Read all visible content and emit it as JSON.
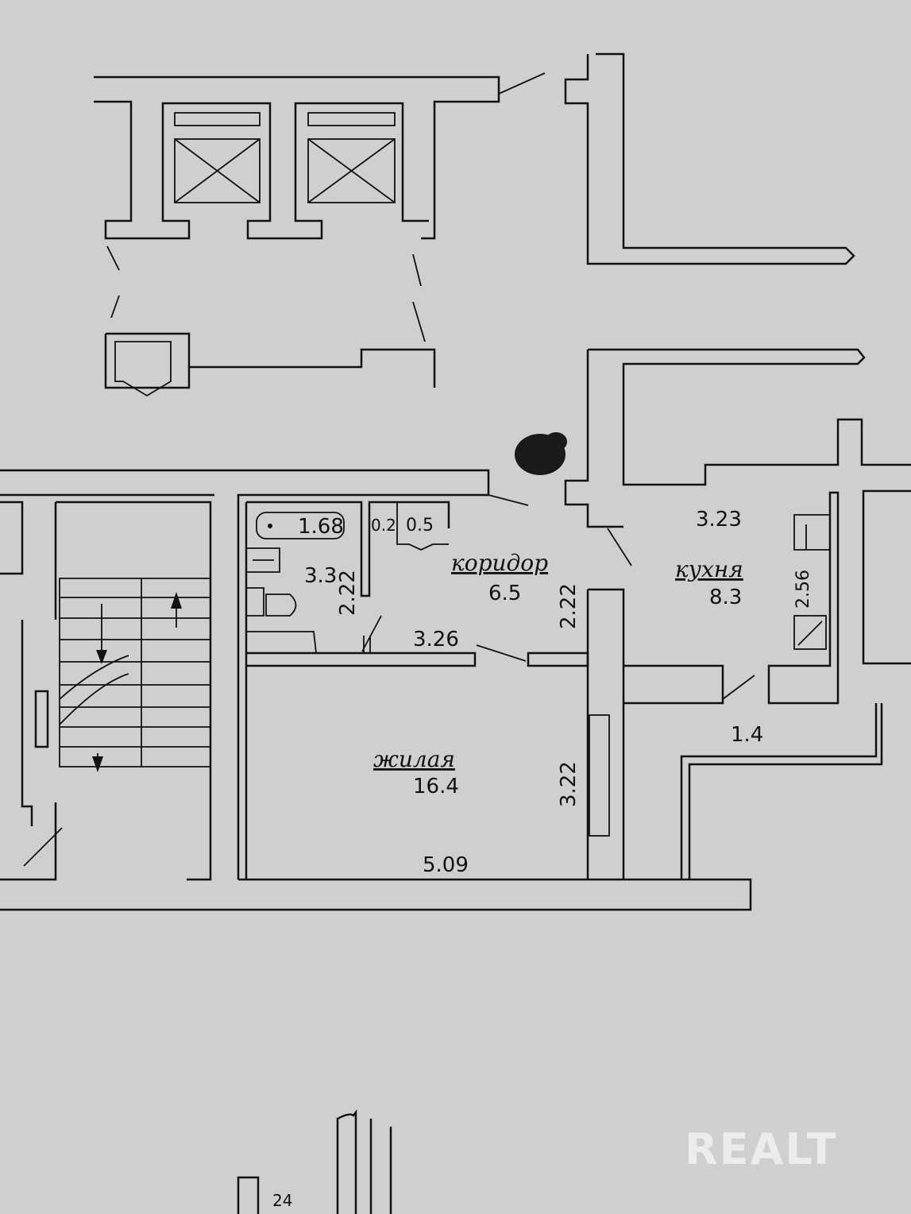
{
  "plan": {
    "bath_area": "1.68",
    "closet_a": "0.2",
    "closet_b": "0.5",
    "bathroom_area": "3.3",
    "bathroom_width": "2.22",
    "corridor_name": "коридор",
    "corridor_area": "6.5",
    "corridor_width": "2.22",
    "corridor_length": "3.26",
    "kitchen_length": "3.23",
    "kitchen_name": "кухня",
    "kitchen_area": "8.3",
    "kitchen_width": "2.56",
    "balcony_area": "1.4",
    "living_name": "жилая",
    "living_area": "16.4",
    "living_width": "3.22",
    "living_length": "5.09",
    "sheet_number": "24"
  },
  "watermark": "REALT"
}
